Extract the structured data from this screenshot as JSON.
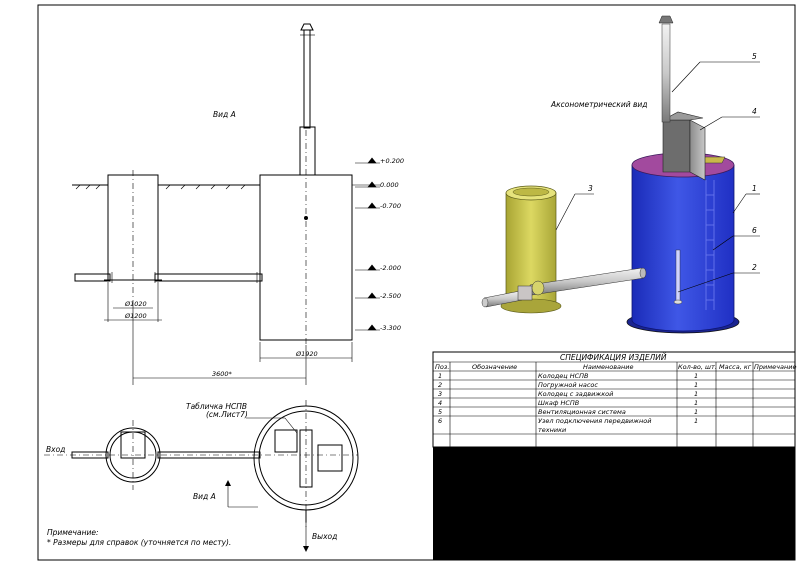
{
  "drawing": {
    "view_a_title": "Вид А",
    "axonometric_title": "Аксонометрический вид",
    "levels": [
      "+0.200",
      "0.000",
      "-0.700",
      "-2.000",
      "-2.500",
      "-3.300"
    ],
    "dims": {
      "d1020": "Ø1020",
      "d1200": "Ø1200",
      "d1920": "Ø1920",
      "span": "3600*"
    },
    "plan": {
      "plate_label": "Табличка НСПВ",
      "plate_ref": "(см.Лист7)",
      "inlet": "Вход",
      "outlet": "Выход",
      "view_arrow": "Вид А"
    },
    "callouts": [
      "1",
      "2",
      "3",
      "4",
      "5",
      "6"
    ],
    "note_title": "Примечание:",
    "note_text": "* Размеры для справок (уточняется по месту)."
  },
  "spec": {
    "title": "СПЕЦИФИКАЦИЯ ИЗДЕЛИЙ",
    "headers": [
      "Поз.",
      "Обозначение",
      "Наименование",
      "Кол-во, шт.",
      "Масса, кг",
      "Примечание"
    ],
    "rows": [
      {
        "pos": "1",
        "designation": "",
        "name": "Колодец НСПВ",
        "qty": "1",
        "mass": "",
        "note": ""
      },
      {
        "pos": "2",
        "designation": "",
        "name": "Погружной насос",
        "qty": "1",
        "mass": "",
        "note": ""
      },
      {
        "pos": "3",
        "designation": "",
        "name": "Колодец с задвижкой",
        "qty": "1",
        "mass": "",
        "note": ""
      },
      {
        "pos": "4",
        "designation": "",
        "name": "Шкаф НСПВ",
        "qty": "1",
        "mass": "",
        "note": ""
      },
      {
        "pos": "5",
        "designation": "",
        "name": "Вентиляционная система",
        "qty": "1",
        "mass": "",
        "note": ""
      },
      {
        "pos": "6",
        "designation": "",
        "name": "Узел подключения передвижной",
        "name2": "техники",
        "qty": "1",
        "mass": "",
        "note": ""
      }
    ]
  },
  "colors": {
    "tank_blue": "#2c3ed8",
    "tank_magenta": "#b04aa6",
    "well_yellow": "#c9c64a",
    "titleblock": "#000000"
  }
}
